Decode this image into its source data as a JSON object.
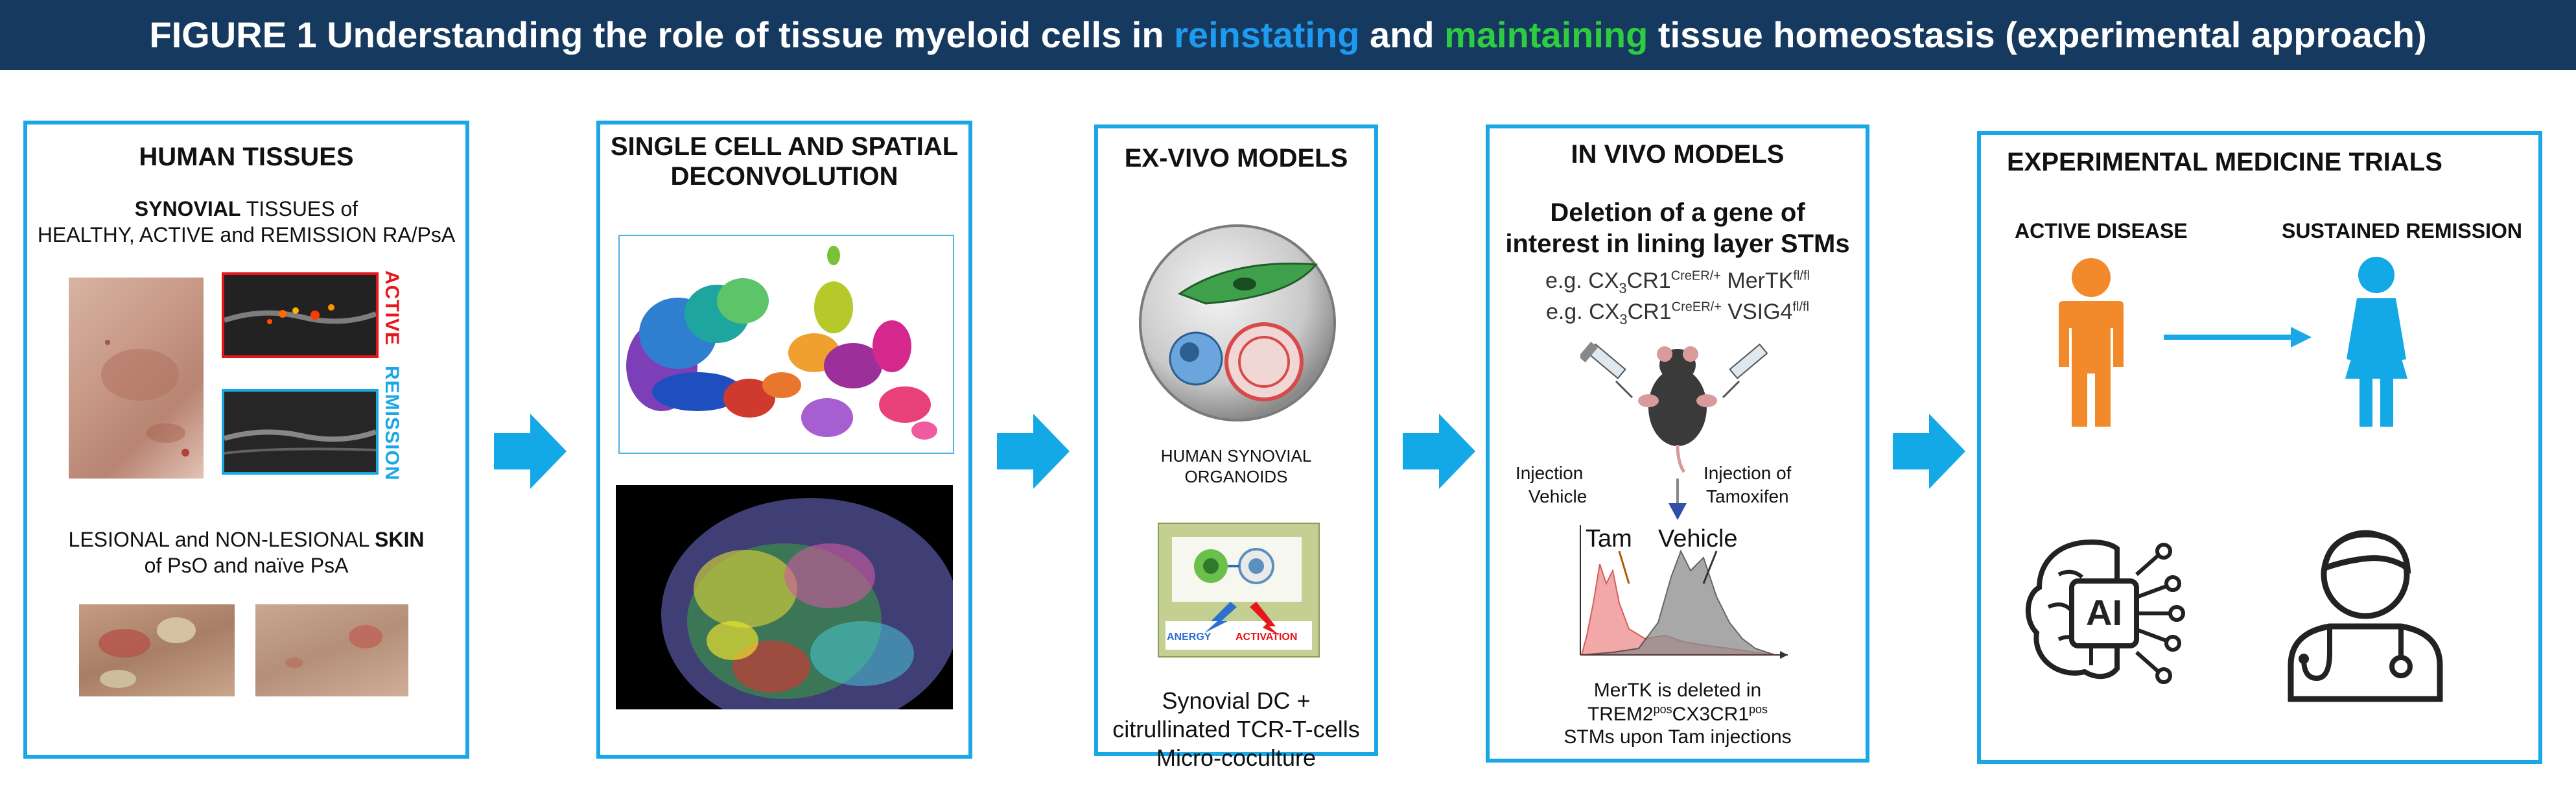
{
  "title": {
    "prefix": "FIGURE 1 Understanding the role of tissue myeloid cells  in ",
    "word1": "reinstating",
    "mid": " and ",
    "word2": "maintaining",
    "suffix": " tissue homeostasis (experimental approach)",
    "colors": {
      "background": "#16395f",
      "text": "#ffffff",
      "word1": "#1e9bf0",
      "word2": "#2ecc40"
    }
  },
  "panel_color": "#1aa7e6",
  "panel1": {
    "heading": "HUMAN TISSUES",
    "synovial_bold": "SYNOVIAL",
    "synovial_rest": " TISSUES of",
    "synovial_line2": "HEALTHY, ACTIVE and REMISSION RA/PsA",
    "active_label": "ACTIVE",
    "remission_label": "REMISSION",
    "skin_line1_prefix": "LESIONAL and NON-LESIONAL ",
    "skin_bold": "SKIN",
    "skin_line2": "of PsO and naïve  PsA"
  },
  "panel2": {
    "heading_line1": "SINGLE CELL AND SPATIAL",
    "heading_line2": "DECONVOLUTION"
  },
  "panel3": {
    "heading": "EX-VIVO MODELS",
    "organoid_line1": "HUMAN SYNOVIAL",
    "organoid_line2": "ORGANOIDS",
    "anergy": "ANERGY",
    "activation": "ACTIVATION",
    "caption_line1": "Synovial DC +",
    "caption_line2": "citrullinated TCR-T-cells",
    "caption_line3": "Micro-coculture"
  },
  "panel4": {
    "heading": "IN VIVO MODELS",
    "sub_line1": "Deletion of a gene of",
    "sub_line2": "interest in lining layer STMs",
    "eg1_pre": "e.g. CX",
    "eg_sub": "3",
    "eg_cr": "CR1",
    "eg_sup": "CreER/+",
    "eg1_gene": " MerTK",
    "eg_fl": "fl/fl",
    "eg2_pre": "e.g. CX",
    "eg2_gene": " VSIG4",
    "inj_left_line1": "Injection",
    "inj_left_line2": "Vehicle",
    "inj_right_line1": "Injection of",
    "inj_right_line2": "Tamoxifen",
    "tam": "Tam",
    "vehicle": "Vehicle",
    "cap_line1": "MerTK is deleted in",
    "cap_trem": "TREM2",
    "cap_pos": "pos",
    "cap_cx": "CX3CR1",
    "cap_line3": "STMs upon Tam injections"
  },
  "panel5": {
    "heading": "EXPERIMENTAL MEDICINE TRIALS",
    "active_disease": "ACTIVE DISEASE",
    "sustained_remission": "SUSTAINED REMISSION",
    "ai_label": "AI",
    "colors": {
      "active": "#f2892a",
      "remission": "#12a9e6",
      "arrow": "#1aa7e6"
    }
  },
  "colors": {
    "arrow": "#12a9e6",
    "active_red": "#e8151b",
    "remission_blue": "#1aa7e6"
  }
}
